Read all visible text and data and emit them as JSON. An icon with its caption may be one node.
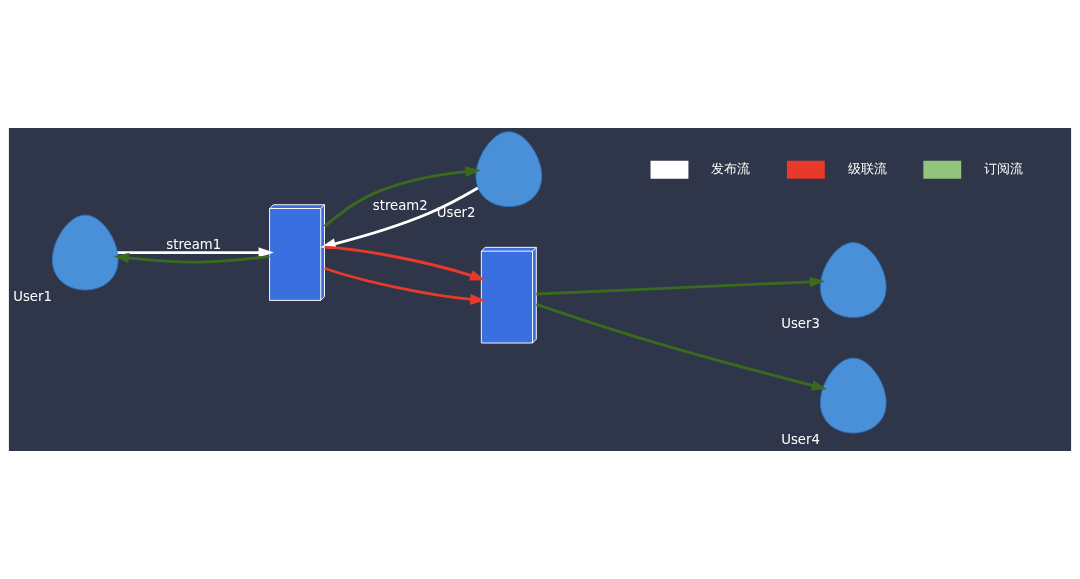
{
  "diagram": {
    "nodes": [
      {
        "text": [],
        "shape": "person",
        "beside": [
          "User1"
        ]
      },
      {
        "text": [],
        "shape": "person",
        "beside": [
          "User2"
        ]
      },
      {
        "text": [],
        "shape": "box"
      },
      {
        "text": [],
        "shape": "box"
      },
      {
        "text": [],
        "shape": "person",
        "beside": [
          "User3"
        ]
      },
      {
        "text": [],
        "shape": "person",
        "beside": [
          "User4"
        ]
      }
    ],
    "edges": [
      {
        "from": 0,
        "to": 2,
        "arrow": "to",
        "label": "stream1",
        "color": "#ffffff"
      },
      {
        "from": 1,
        "to": 2,
        "arrow": "to",
        "label": "stream2",
        "color": "#ffffff"
      },
      {
        "from": 2,
        "to": 0,
        "arrow": "to"
      },
      {
        "from": 2,
        "to": 1,
        "arrow": "to"
      },
      {
        "from": 2,
        "to": 3,
        "arrow": "to",
        "color": "#e8392b"
      },
      {
        "from": 2,
        "to": 3,
        "arrow": "to",
        "color": "#e8392b"
      },
      {
        "from": 3,
        "to": 4,
        "arrow": "to"
      },
      {
        "from": 3,
        "to": 5,
        "arrow": "to"
      }
    ],
    "legend": [
      {
        "text": "发布流",
        "color": "#ffffff"
      },
      {
        "text": "级联流",
        "color": "#e8392b"
      },
      {
        "text": "订阅流",
        "color": "#93c47d"
      }
    ]
  }
}
